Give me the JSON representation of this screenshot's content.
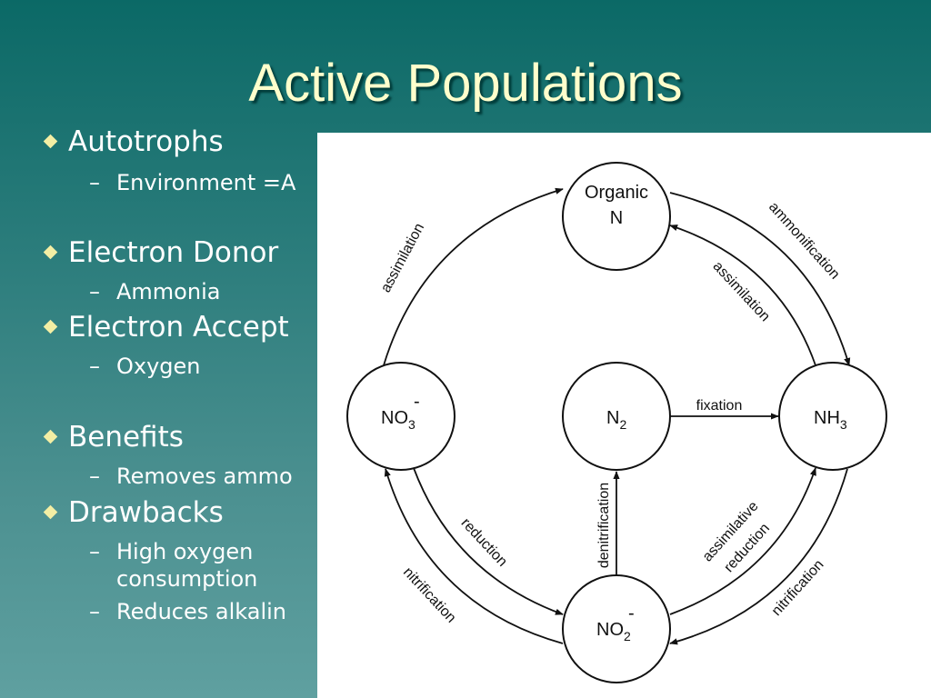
{
  "slide": {
    "title": "Active Populations"
  },
  "bullets": [
    {
      "text": "Autotrophs",
      "subs": [
        "Environment =A"
      ]
    },
    {
      "text": "Electron Donor",
      "subs": [
        "Ammonia"
      ]
    },
    {
      "text": "Electron Accept",
      "subs": [
        "Oxygen"
      ]
    },
    {
      "text": "Benefits",
      "subs": [
        "Removes ammo"
      ]
    },
    {
      "text": "Drawbacks",
      "subs": [
        "High oxygen",
        "consumption",
        "Reduces alkalin"
      ]
    }
  ],
  "diagram": {
    "nodes": {
      "organic_line1": "Organic",
      "organic_line2": "N",
      "no3": "NO",
      "no3_sub": "3",
      "no3_sup": "-",
      "n2": "N",
      "n2_sub": "2",
      "nh3": "NH",
      "nh3_sub": "3",
      "no2": "NO",
      "no2_sub": "2",
      "no2_sup": "-"
    },
    "edges": {
      "assimilation_left": "assimilation",
      "ammonification": "ammonification",
      "assimilation_right": "assimilation",
      "fixation": "fixation",
      "denitrification": "denitrification",
      "reduction": "reduction",
      "assimilative_line1": "assimilative",
      "assimilative_line2": "reduction",
      "nitrification_left": "nitrification",
      "nitrification_right": "nitrification"
    }
  }
}
